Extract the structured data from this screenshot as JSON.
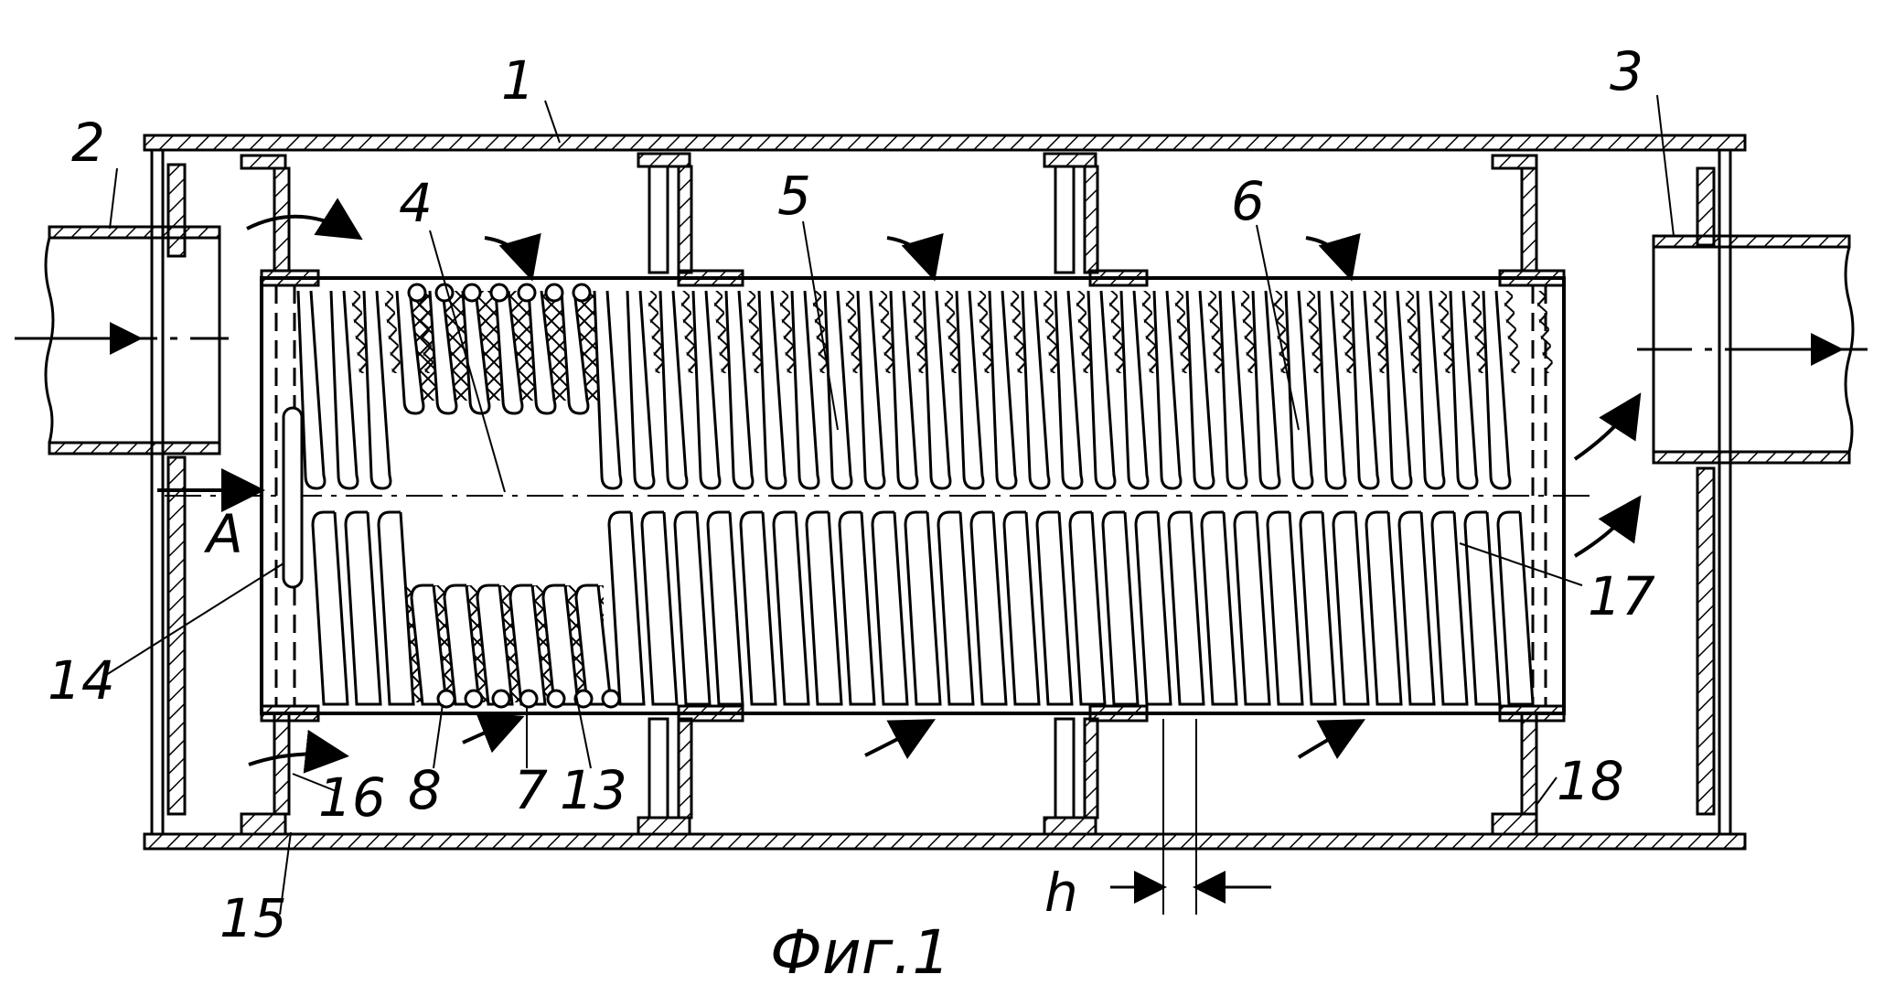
{
  "figure": {
    "caption": "Фиг.1",
    "labels": {
      "housing": "1",
      "inlet_pipe": "2",
      "outlet_pipe": "3",
      "section_1": "4",
      "section_2": "5",
      "section_3": "6",
      "pellets": "7",
      "section_label_8": "8",
      "mesh_13": "13",
      "end_wall_14": "14",
      "partition_15": "15",
      "partition_16": "16",
      "center_17": "17",
      "support_18": "18",
      "view_a": "A",
      "gap_h": "h"
    }
  },
  "icons": {
    "flow_arrow": "flow-arrow-icon",
    "mesh_fill": "crosshatch-mesh-icon"
  },
  "colors": {
    "ink": "#000000",
    "paper": "#ffffff"
  }
}
